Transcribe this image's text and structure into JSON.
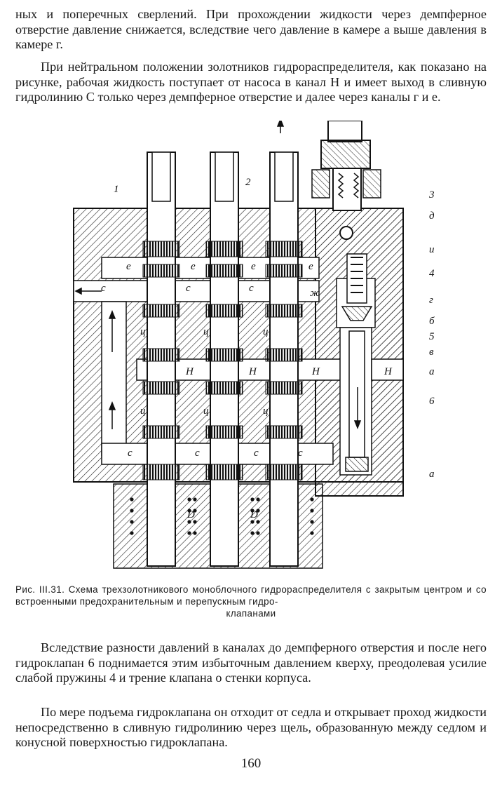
{
  "page": {
    "paragraph1": "ных и поперечных сверлений. При прохождении жидкости через демпферное отверстие давление снижается, вследствие чего давление в камере а выше давления в камере г.",
    "paragraph2": "При нейтральном положении золотников гидрораспределителя, как показано на рисунке, рабочая жидкость поступает от насоса в канал Н и имеет выход в сливную гидролинию С только через демпферное отверстие и далее через каналы г и е.",
    "caption_main": "Рис. III.31. Схема трехзолотникового моноблочного гидрораспределителя с закрытым центром и со встроенными предохранительным и перепускным гидро-",
    "caption_end": "клапанами",
    "paragraph3": "Вследствие разности давлений в каналах до демпферного отверстия и после него гидроклапан 6 поднимается этим избыточным давлением кверху, преодолевая усилие слабой пружины 4 и трение клапана о стенки корпуса.",
    "paragraph4": "По мере подъема гидроклапана он отходит от седла и открывает проход жидкости непосредственно в сливную гидролинию через щель, образованную между седлом и конусной поверхностью гидроклапана.",
    "page_number": "160"
  },
  "figure": {
    "callouts_left": [
      "1",
      "2"
    ],
    "callouts_right": [
      "3",
      "д",
      "и",
      "4",
      "г",
      "б",
      "5",
      "в",
      "а",
      "6",
      "а"
    ],
    "channel_labels": {
      "e": "е",
      "c": "с",
      "c_upper": "С",
      "h": "Н",
      "h_upper": "Н",
      "ts": "ц",
      "zh": "ж",
      "d": "D"
    }
  }
}
